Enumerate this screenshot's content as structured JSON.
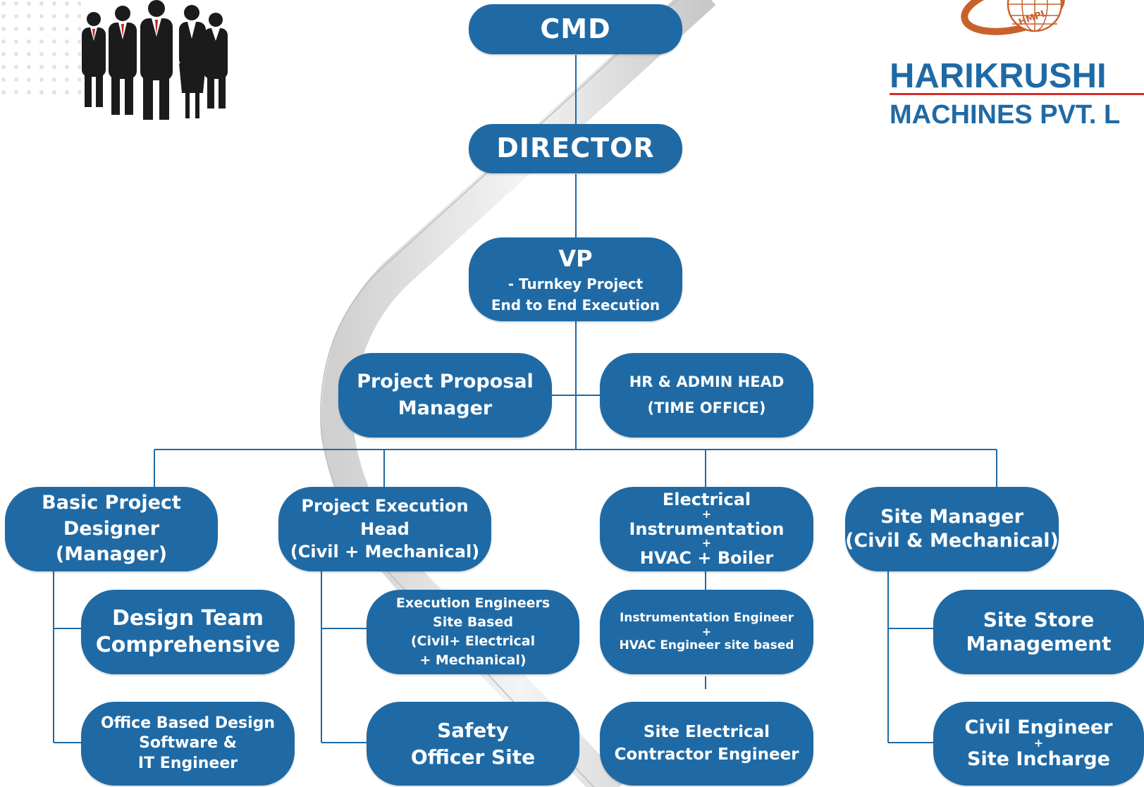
{
  "logo": {
    "emblem_text": "HMPL",
    "company_line1": "HARIKRUSHI",
    "company_line2": "MACHINES PVT. L",
    "colors": {
      "brand_blue": "#1f6aa5",
      "accent_red": "#d62a2a",
      "emblem_orange": "#c8612c"
    }
  },
  "illustration": {
    "subject": "business-team-icon"
  },
  "org_chart": {
    "node_color": "#1f6aa5",
    "connector_color": "#1f6aa5",
    "cmd": "CMD",
    "director": "DIRECTOR",
    "vp": {
      "title": "VP",
      "line1": "- Turnkey Project",
      "line2": "End to End Execution"
    },
    "proposal": {
      "line1": "Project Proposal",
      "line2": "Manager"
    },
    "hr": {
      "line1": "HR & ADMIN HEAD",
      "line2": "(TIME OFFICE)"
    },
    "basic_designer": {
      "line1": "Basic Project",
      "line2": "Designer",
      "line3": "(Manager)"
    },
    "design_team": {
      "line1": "Design Team",
      "line2": "Comprehensive"
    },
    "office_design": {
      "line1": "Office Based Design",
      "line2": "Software &",
      "line3": "IT Engineer"
    },
    "execution_head": {
      "line1": "Project Execution",
      "line2": "Head",
      "line3": "(Civil + Mechanical)"
    },
    "execution_engineers": {
      "line1": "Execution Engineers",
      "line2": "Site Based",
      "line3": "(Civil+ Electrical",
      "line4": "+ Mechanical)"
    },
    "safety": {
      "line1": "Safety",
      "line2": "Officer Site"
    },
    "electrical": {
      "line1": "Electrical",
      "plus1": "+",
      "line2": "Instrumentation",
      "plus2": "+",
      "line3": "HVAC + Boiler"
    },
    "instrumentation": {
      "line1": "Instrumentation Engineer",
      "plus": "+",
      "line2": "HVAC Engineer site based"
    },
    "site_electrical": {
      "line1": "Site Electrical",
      "line2": "Contractor Engineer"
    },
    "site_manager": {
      "line1": "Site Manager",
      "line2": "(Civil & Mechanical)"
    },
    "site_store": {
      "line1": "Site Store",
      "line2": "Management"
    },
    "civil_engineer": {
      "line1": "Civil Engineer",
      "plus": "+",
      "line2": "Site Incharge"
    }
  }
}
